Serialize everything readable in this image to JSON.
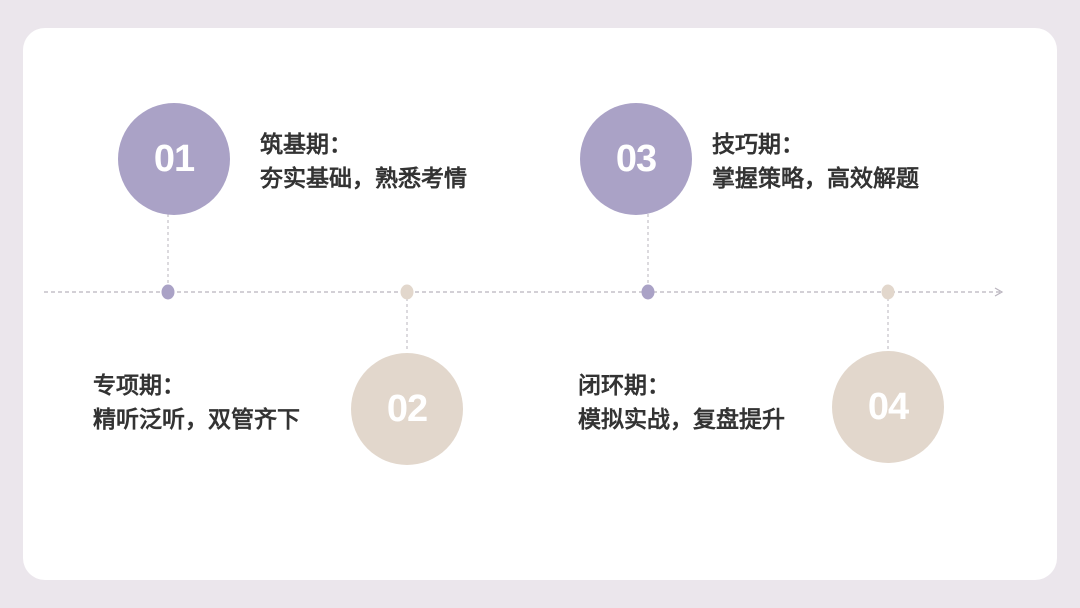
{
  "colors": {
    "purple": "#aaa2c6",
    "beige": "#e2d7cc",
    "background": "#ebe6ec",
    "card": "#ffffff",
    "line": "#b9b4be",
    "text": "#333333"
  },
  "stages": [
    {
      "number": "01",
      "title": "筑基期：",
      "desc": "夯实基础，熟悉考情",
      "color": "purple"
    },
    {
      "number": "02",
      "title": "专项期：",
      "desc": "精听泛听，双管齐下",
      "color": "beige"
    },
    {
      "number": "03",
      "title": "技巧期：",
      "desc": "掌握策略，高效解题",
      "color": "purple"
    },
    {
      "number": "04",
      "title": "闭环期：",
      "desc": "模拟实战，复盘提升",
      "color": "beige"
    }
  ]
}
